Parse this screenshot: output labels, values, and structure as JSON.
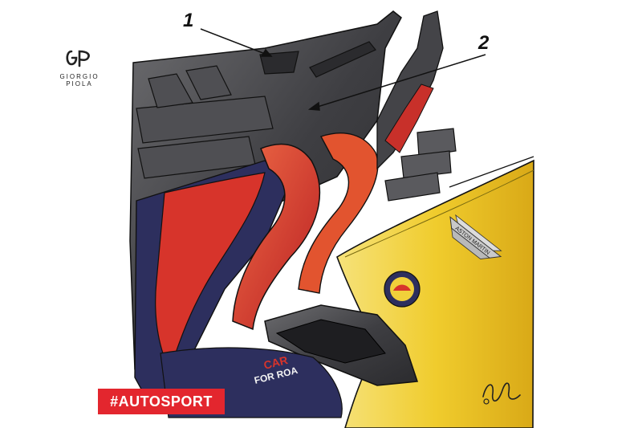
{
  "callouts": {
    "one": "1",
    "two": "2"
  },
  "logo": {
    "line1": "GIORGIO",
    "line2": "PIOLA",
    "icon": "piola-monogram-icon"
  },
  "badge": {
    "text": "#AUTOSPORT",
    "color": "#e3262e"
  },
  "livery_text": {
    "sponsor_lines": [
      "CAR",
      "FOR ROA"
    ],
    "car_badge": "ASTON MARTIN"
  },
  "colors": {
    "carbon": "#4a4a4d",
    "red": "#d7342b",
    "navy": "#2d2f5e",
    "yellow": "#f1d03a",
    "callout": "#111111"
  }
}
